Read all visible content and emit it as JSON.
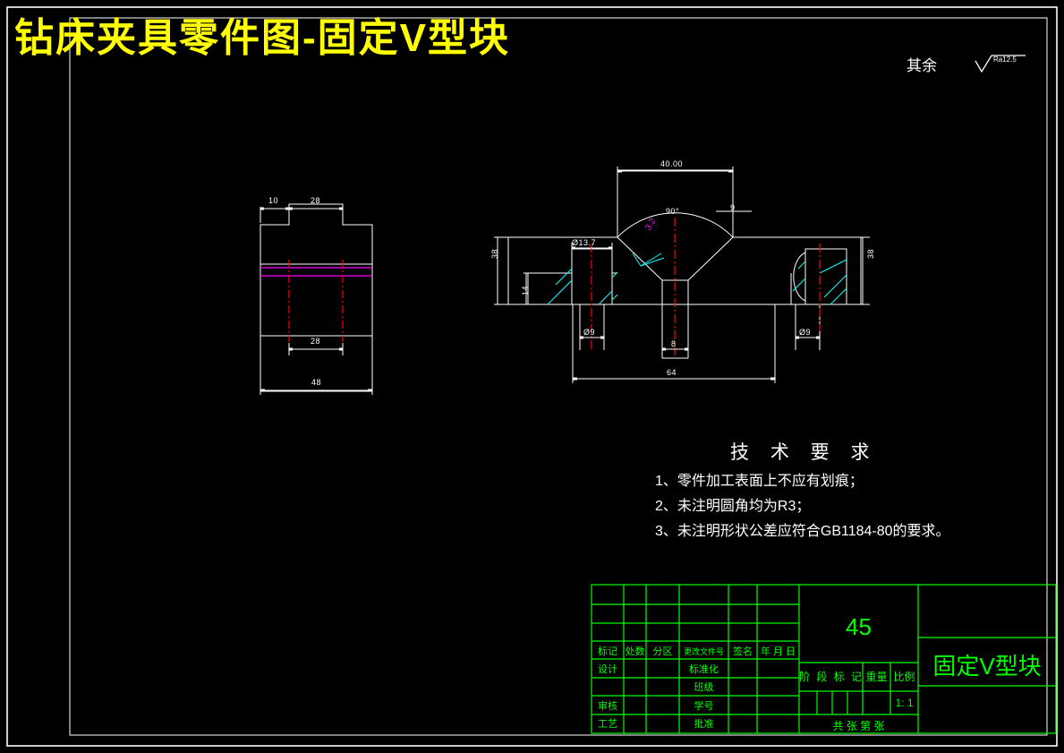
{
  "drawing": {
    "title": "钻床夹具零件图-固定V型块",
    "title_color": "#ffff00",
    "surface_note_label": "其余",
    "surface_note_value": "Ra12.5",
    "part_surface_value": "3.2"
  },
  "left_view": {
    "dims": [
      {
        "id": "lv-10",
        "text": "10"
      },
      {
        "id": "lv-28",
        "text": "28"
      },
      {
        "id": "lv-22",
        "text": "28"
      },
      {
        "id": "lv-48",
        "text": "48"
      }
    ]
  },
  "front_view": {
    "dims": [
      {
        "id": "fv-40",
        "text": "40.00"
      },
      {
        "id": "fv-angle",
        "text": "90°"
      },
      {
        "id": "fv-9right",
        "text": "9"
      },
      {
        "id": "fv-38left",
        "text": "38"
      },
      {
        "id": "fv-38right",
        "text": "38"
      },
      {
        "id": "fv-14",
        "text": "14"
      },
      {
        "id": "fv-d137",
        "text": "Ø13.7"
      },
      {
        "id": "fv-d9left",
        "text": "Ø9"
      },
      {
        "id": "fv-d9right",
        "text": "Ø9"
      },
      {
        "id": "fv-8",
        "text": "8"
      },
      {
        "id": "fv-64",
        "text": "64"
      }
    ]
  },
  "tech_req": {
    "heading": "技 术 要 求",
    "items": [
      "1、零件加工表面上不应有划痕；",
      "2、未注明圆角均为R3；",
      "3、未注明形状公差应符合GB1184-80的要求。"
    ]
  },
  "title_block": {
    "color": "#00ff00",
    "labels": {
      "mark": "标记",
      "count": "处数",
      "zone": "分区",
      "change_doc": "更改文件号",
      "sign": "签名",
      "date": "年 月 日",
      "design": "设计",
      "standardize": "标准化",
      "class": "班级",
      "review": "审核",
      "student_id": "学号",
      "process": "工艺",
      "approve": "批准",
      "stage_mark": "阶 段 标 记",
      "weight": "重量",
      "scale": "比例",
      "total_sheets": "共    张   第    张"
    },
    "values": {
      "material": "45",
      "part_name": "固定V型块",
      "scale_value": "1: 1"
    }
  }
}
